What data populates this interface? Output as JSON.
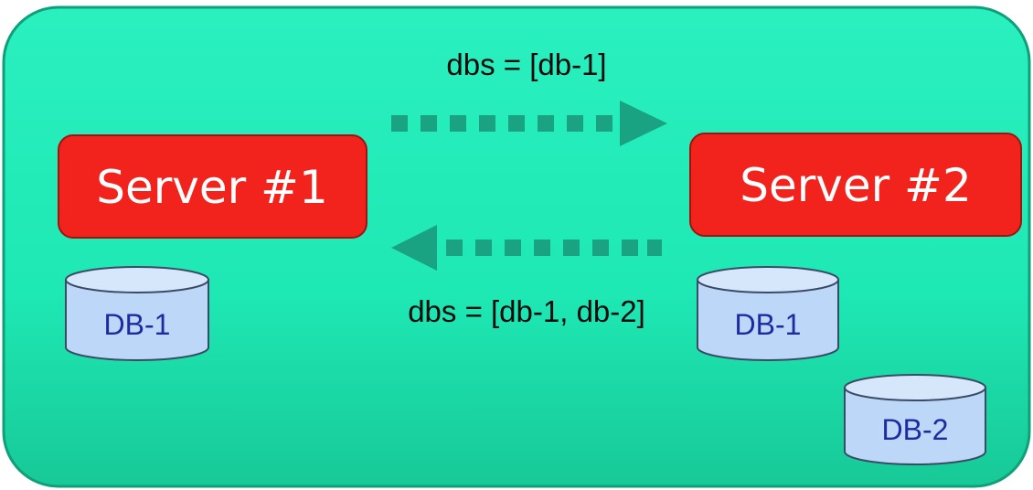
{
  "colors": {
    "panel": "#1ee8b4",
    "panel_edge": "#0fa07a",
    "server": "#f2231d",
    "arrow": "#1aa383",
    "db_fill": "#bcd7f7",
    "db_stroke": "#3b4b66",
    "db_text": "#1e2aa0",
    "label_text": "#0a0a0a"
  },
  "servers": [
    {
      "label": "Server #1"
    },
    {
      "label": "Server #2"
    }
  ],
  "messages": {
    "to_server_2": "dbs = [db-1]",
    "to_server_1": "dbs = [db-1, db-2]"
  },
  "databases": {
    "server_1": [
      {
        "label": "DB-1"
      }
    ],
    "server_2": [
      {
        "label": "DB-1"
      },
      {
        "label": "DB-2"
      }
    ]
  },
  "icons": {
    "forward_arrow": "dotted-right-arrow-icon",
    "backward_arrow": "dotted-left-arrow-icon",
    "database": "database-cylinder-icon"
  }
}
